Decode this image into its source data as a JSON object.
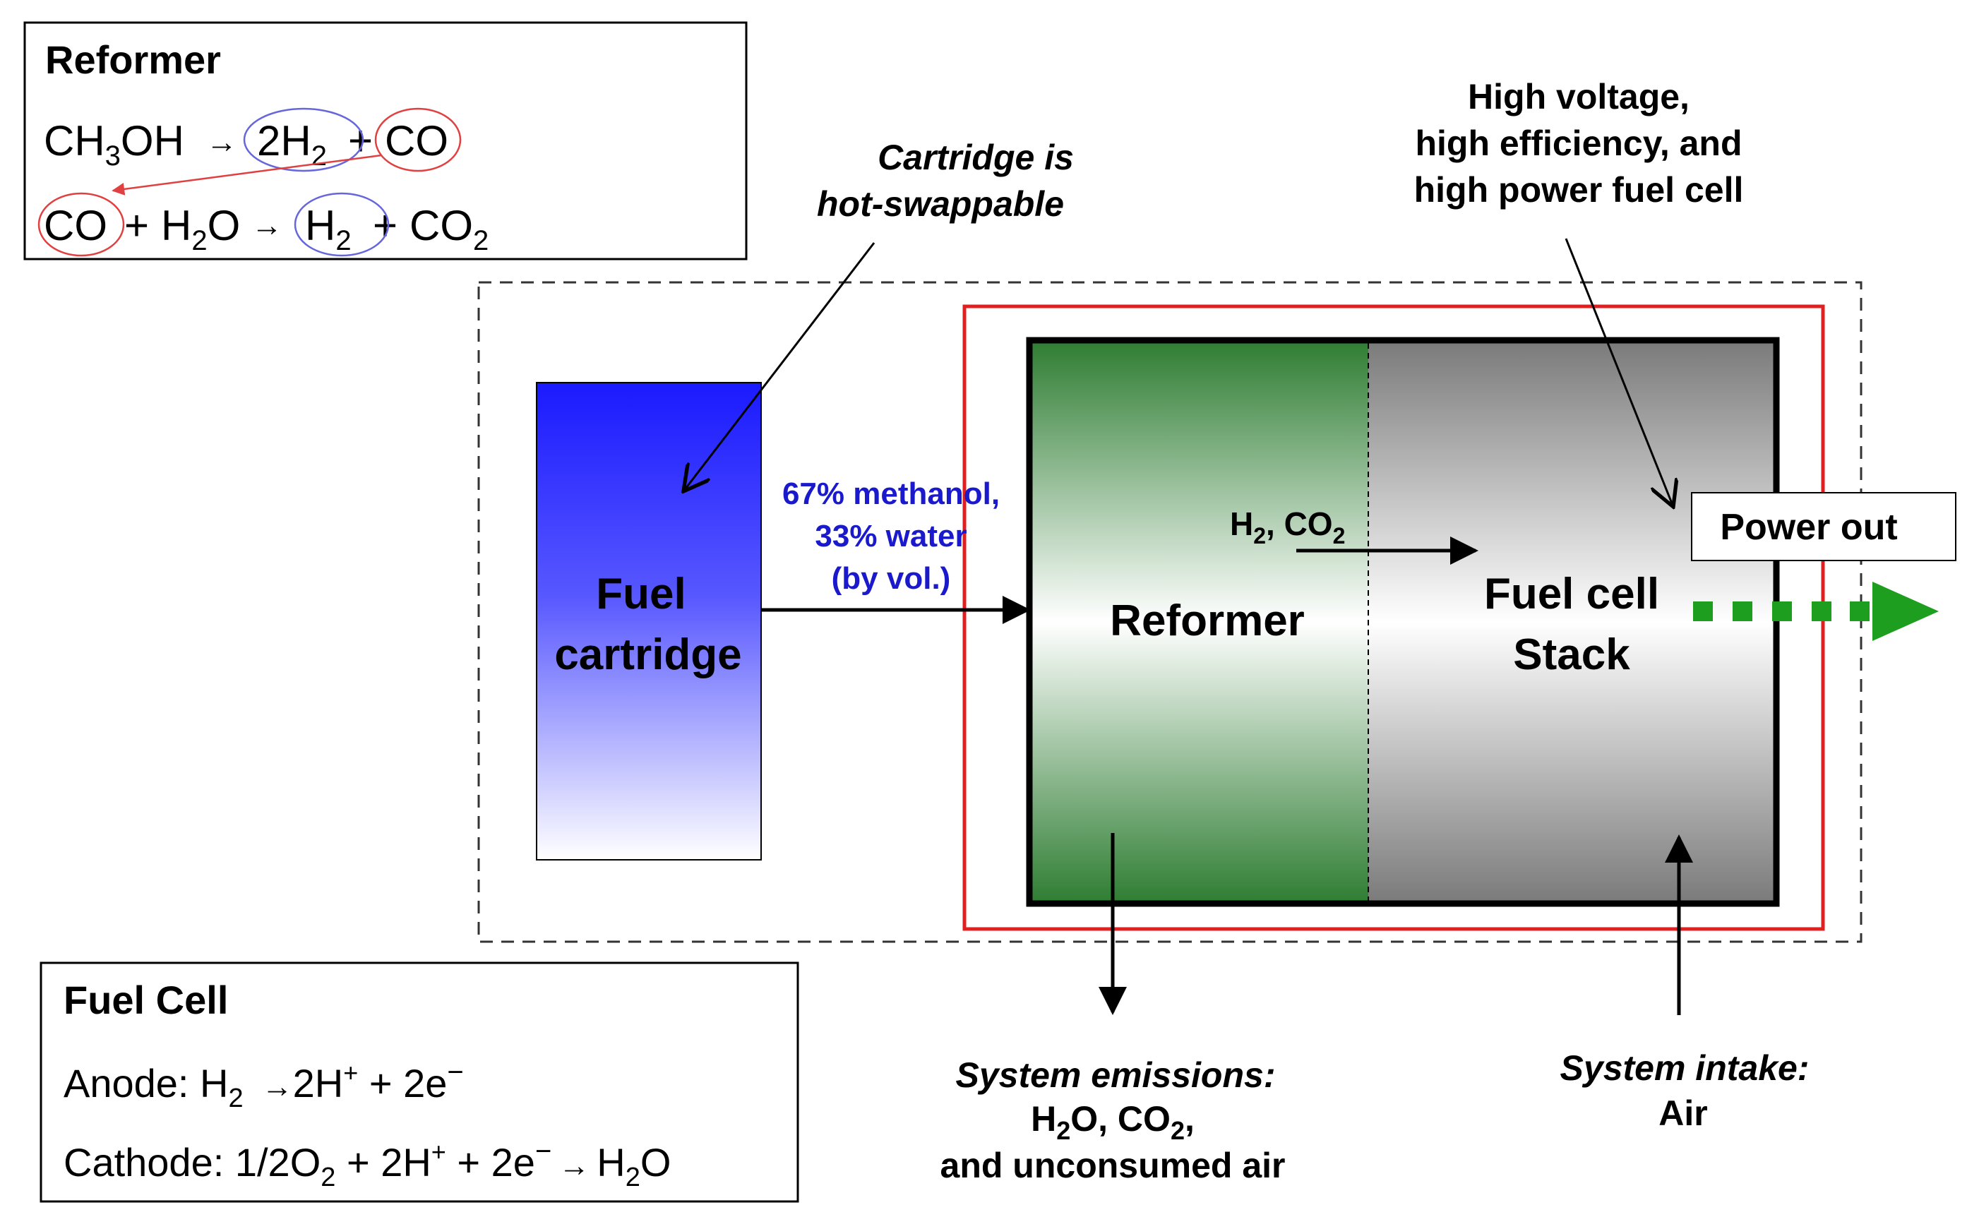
{
  "reformer_box": {
    "title": "Reformer",
    "eq1": {
      "reactant": "CH",
      "reactant_sub": "3",
      "reactant_tail": "OH",
      "arrow": "→",
      "p1": "2H",
      "p1_sub": "2",
      "plus": "+",
      "p2": "CO"
    },
    "eq2": {
      "r1": "CO",
      "plus1": "+",
      "r2": "H",
      "r2_sub": "2",
      "r2_tail": "O",
      "arrow": "→",
      "p1": "H",
      "p1_sub": "2",
      "plus2": "+",
      "p2": "CO",
      "p2_sub": "2"
    }
  },
  "fuelcell_box": {
    "title": "Fuel Cell",
    "anode": {
      "label": "Anode: H",
      "sub": "2",
      "arrow": "→",
      "rest1": "2H",
      "sup1": "+",
      "rest2": " + 2e",
      "sup2": "−"
    },
    "cathode": {
      "label": "Cathode: 1/2O",
      "sub": "2",
      "rest1": " + 2H",
      "sup1": "+",
      "rest2": " + 2e",
      "sup2": "−",
      "arrow": "→",
      "product": "H",
      "product_sub": "2",
      "product_tail": "O"
    }
  },
  "cartridge_note": {
    "line1": "Cartridge is",
    "line2": "hot-swappable"
  },
  "stack_note": {
    "line1": "High voltage,",
    "line2": "high efficiency, and",
    "line3": "high power fuel cell"
  },
  "fuel_cartridge": {
    "line1": "Fuel",
    "line2": "cartridge"
  },
  "feed_label": {
    "line1": "67% methanol,",
    "line2": "33% water",
    "line3": "(by vol.)"
  },
  "reformer_block": {
    "label": "Reformer"
  },
  "internal_flow": {
    "h": "H",
    "h_sub": "2",
    "sep": ", CO",
    "co_sub": "2"
  },
  "stack_block": {
    "line1": "Fuel cell",
    "line2": "Stack"
  },
  "power_out": {
    "label": "Power out"
  },
  "emissions": {
    "line1": "System emissions:",
    "line2a": "H",
    "line2a_sub": "2",
    "line2b": "O, CO",
    "line2b_sub": "2",
    "line2c": ",",
    "line3": "and unconsumed air"
  },
  "intake": {
    "line1": "System intake:",
    "line2": "Air"
  },
  "colors": {
    "cartridge_top": "#1a1aff",
    "cartridge_bottom": "#ffffff",
    "reformer_green": "#2e7d32",
    "stack_gray": "#7a7a7a",
    "red_border": "#e02020",
    "power_green": "#1e9e1e",
    "feed_text": "#1a1acc",
    "ellipse_blue": "#6666dd",
    "ellipse_red": "#e04040"
  }
}
